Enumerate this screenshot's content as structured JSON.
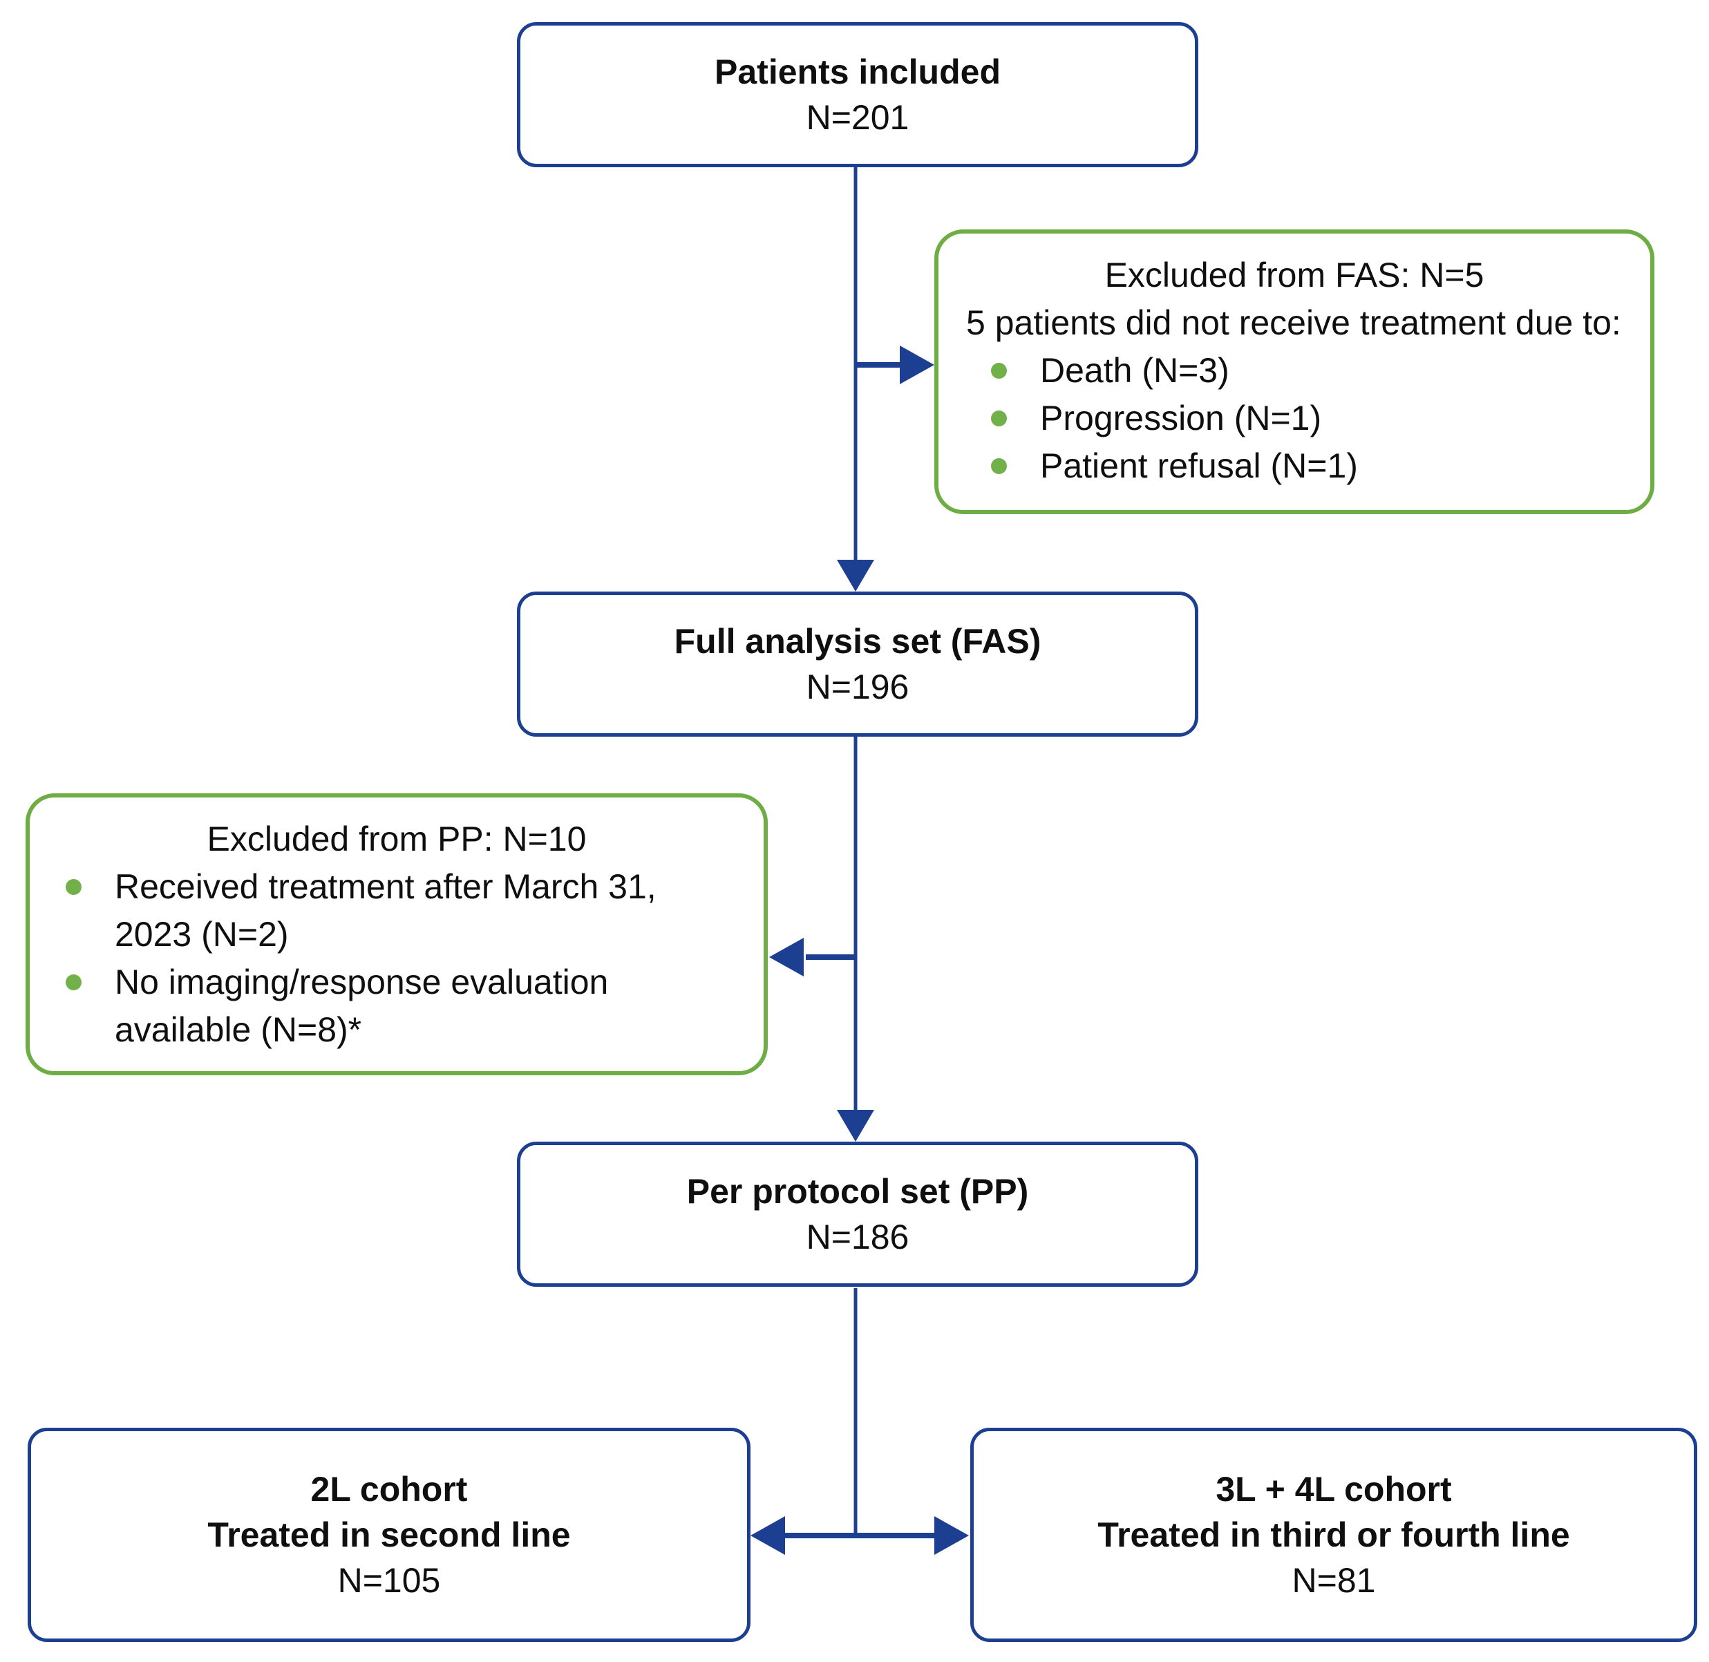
{
  "colors": {
    "blue": "#1c3f92",
    "green": "#6ead43",
    "bullet": "#72b14a",
    "text": "#0f0f0f",
    "bg": "#ffffff"
  },
  "boxes": {
    "included": {
      "title": "Patients included",
      "n": "N=201"
    },
    "excluded_fas": {
      "title": "Excluded from FAS: N=5",
      "subtitle": "5 patients did not receive treatment due to:",
      "bullets": [
        "Death (N=3)",
        "Progression (N=1)",
        "Patient refusal (N=1)"
      ]
    },
    "fas": {
      "title": "Full analysis set (FAS)",
      "n": "N=196"
    },
    "excluded_pp": {
      "title": "Excluded from PP: N=10",
      "bullets": [
        "Received treatment after March 31, 2023 (N=2)",
        "No imaging/response evaluation available (N=8)*"
      ]
    },
    "pp": {
      "title": "Per protocol set (PP)",
      "n": "N=186"
    },
    "cohort_2l": {
      "title": "2L cohort",
      "subtitle": "Treated in second line",
      "n": "N=105"
    },
    "cohort_3l4l": {
      "title": "3L + 4L cohort",
      "subtitle": "Treated in third or fourth line",
      "n": "N=81"
    }
  }
}
